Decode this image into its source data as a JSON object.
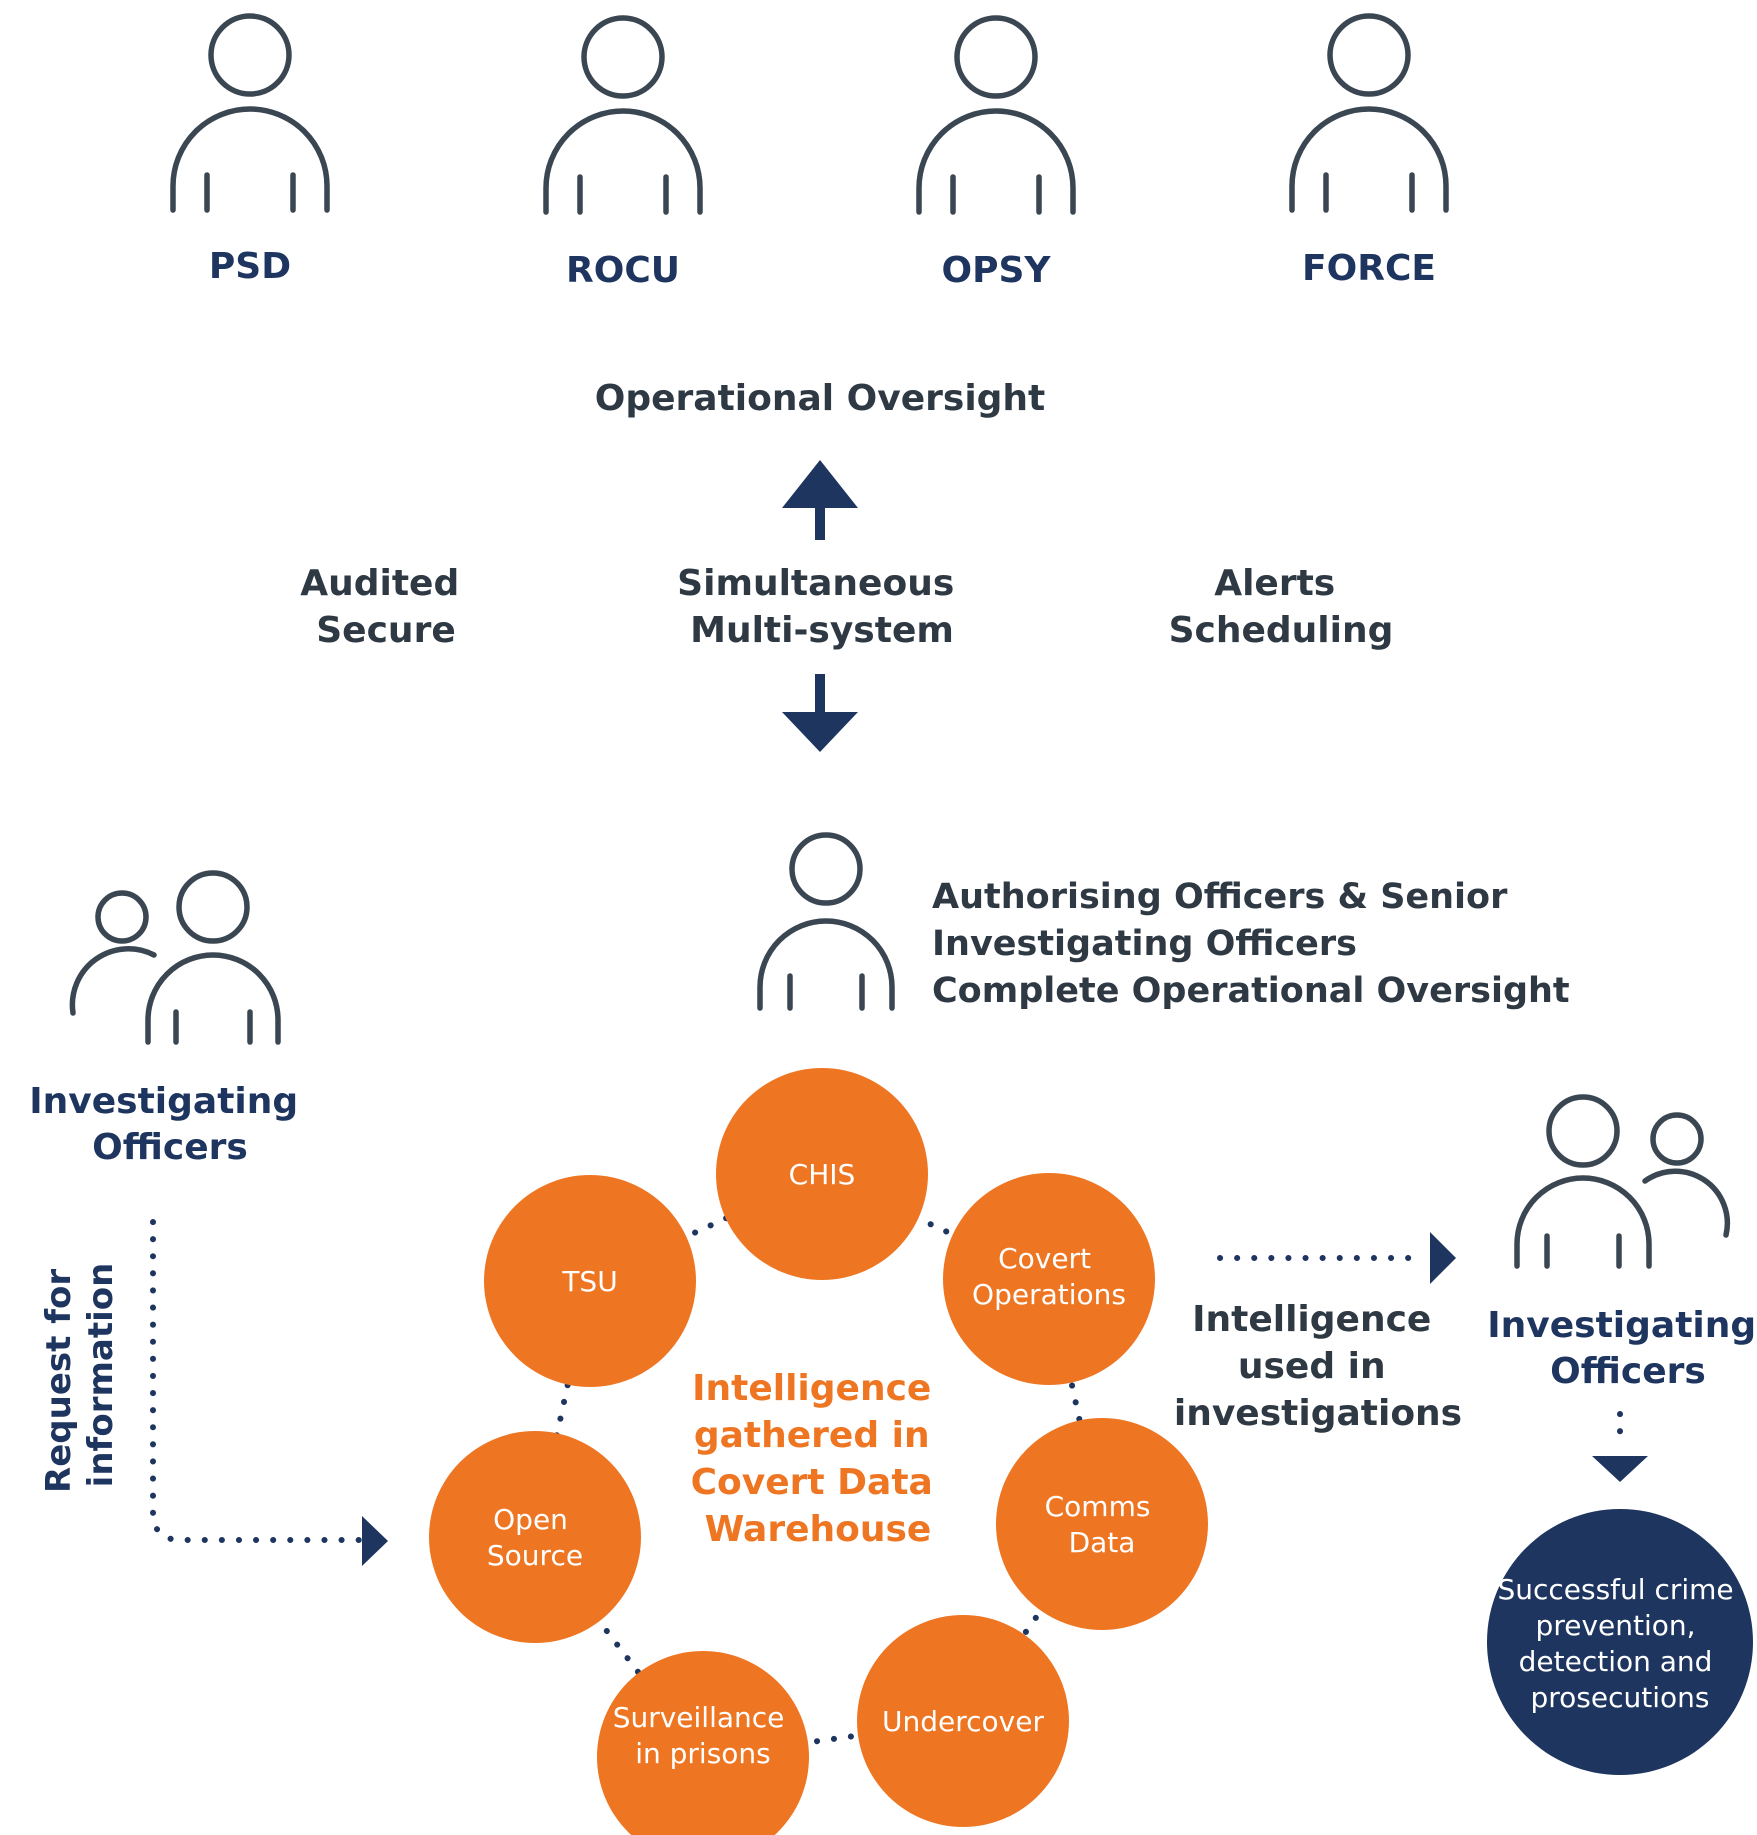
{
  "agencies": [
    {
      "label": "PSD",
      "icon": "person-icon"
    },
    {
      "label": "ROCU",
      "icon": "person-icon"
    },
    {
      "label": "OPSY",
      "icon": "person-icon"
    },
    {
      "label": "FORCE",
      "icon": "person-icon"
    }
  ],
  "oversight": {
    "title": "Operational Oversight",
    "left_lines": [
      "Audited",
      "Secure"
    ],
    "center_lines": [
      "Simultaneous",
      "Multi-system"
    ],
    "right_lines": [
      "Alerts",
      "Scheduling"
    ]
  },
  "authorising": {
    "icon": "person-icon",
    "lines": [
      "Authorising Officers & Senior",
      "Investigating Officers",
      "Complete Operational Oversight"
    ]
  },
  "left_group": {
    "icon": "people-group-icon",
    "lines": [
      "Investigating",
      "Officers"
    ],
    "flow_lines": [
      "Request for",
      "information"
    ]
  },
  "warehouse": {
    "center_lines": [
      "Intelligence",
      "gathered in",
      "Covert Data",
      "Warehouse"
    ],
    "nodes": [
      {
        "id": "chis",
        "lines": [
          "CHIS"
        ]
      },
      {
        "id": "covert-operations",
        "lines": [
          "Covert",
          "Operations"
        ]
      },
      {
        "id": "comms-data",
        "lines": [
          "Comms",
          "Data"
        ]
      },
      {
        "id": "undercover",
        "lines": [
          "Undercover"
        ]
      },
      {
        "id": "surveillance-in-prisons",
        "lines": [
          "Surveillance",
          "in prisons"
        ]
      },
      {
        "id": "open-source",
        "lines": [
          "Open",
          "Source"
        ]
      },
      {
        "id": "tsu",
        "lines": [
          "TSU"
        ]
      }
    ]
  },
  "right_group": {
    "icon": "people-group-icon",
    "lines": [
      "Investigating",
      "Officers"
    ],
    "flow_lines": [
      "Intelligence",
      "used in",
      "investigations"
    ]
  },
  "outcome": {
    "lines": [
      "Successful crime",
      "prevention,",
      "detection and",
      "prosecutions"
    ]
  },
  "colors": {
    "navy": "#1e3560",
    "orange": "#ee7623",
    "slate": "#2e3944",
    "icon_stroke": "#3a4651"
  }
}
